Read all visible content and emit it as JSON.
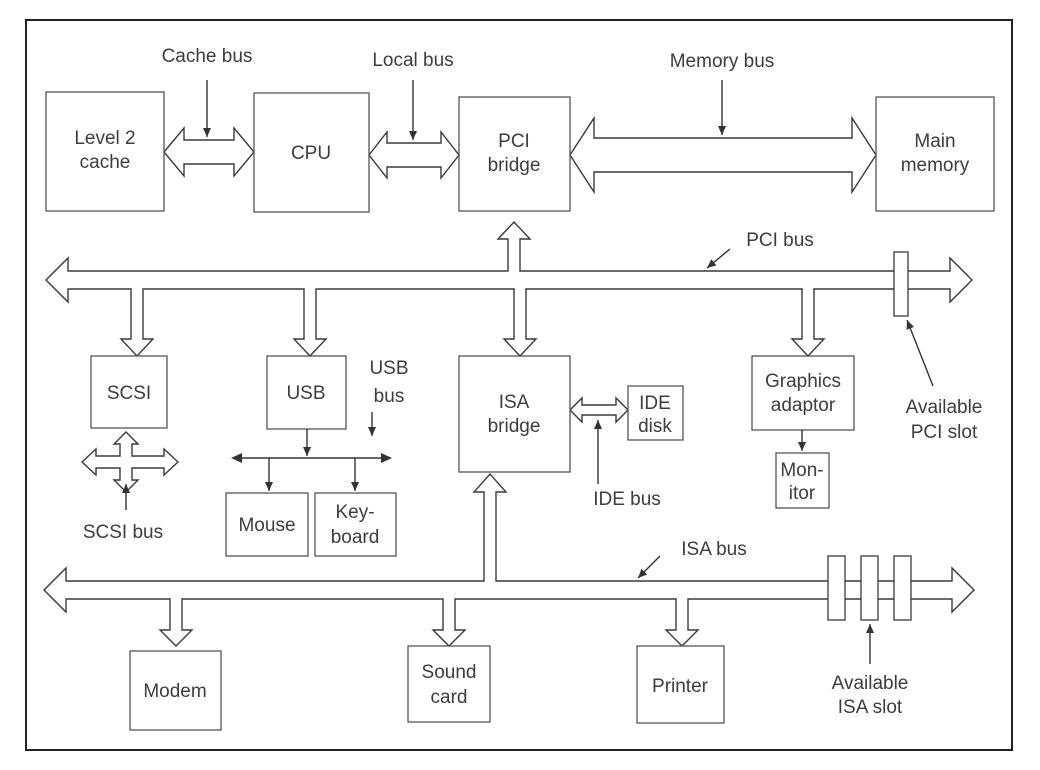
{
  "components": {
    "level2_cache": [
      "Level 2",
      "cache"
    ],
    "cpu": [
      "CPU"
    ],
    "pci_bridge": [
      "PCI",
      "bridge"
    ],
    "main_memory": [
      "Main",
      "memory"
    ],
    "scsi": [
      "SCSI"
    ],
    "usb": [
      "USB"
    ],
    "isa_bridge": [
      "ISA",
      "bridge"
    ],
    "ide_disk": [
      "IDE",
      "disk"
    ],
    "graphics_adaptor": [
      "Graphics",
      "adaptor"
    ],
    "monitor": [
      "Mon-",
      "itor"
    ],
    "mouse": [
      "Mouse"
    ],
    "keyboard": [
      "Key-",
      "board"
    ],
    "modem": [
      "Modem"
    ],
    "sound_card": [
      "Sound",
      "card"
    ],
    "printer": [
      "Printer"
    ]
  },
  "buses": {
    "cache_bus": [
      "Cache bus"
    ],
    "local_bus": [
      "Local bus"
    ],
    "memory_bus": [
      "Memory bus"
    ],
    "pci_bus": [
      "PCI bus"
    ],
    "usb_bus": [
      "USB",
      "bus"
    ],
    "scsi_bus": [
      "SCSI bus"
    ],
    "ide_bus": [
      "IDE bus"
    ],
    "isa_bus": [
      "ISA bus"
    ]
  },
  "slots": {
    "pci_slot": [
      "Available",
      "PCI slot"
    ],
    "isa_slot": [
      "Available",
      "ISA slot"
    ]
  }
}
